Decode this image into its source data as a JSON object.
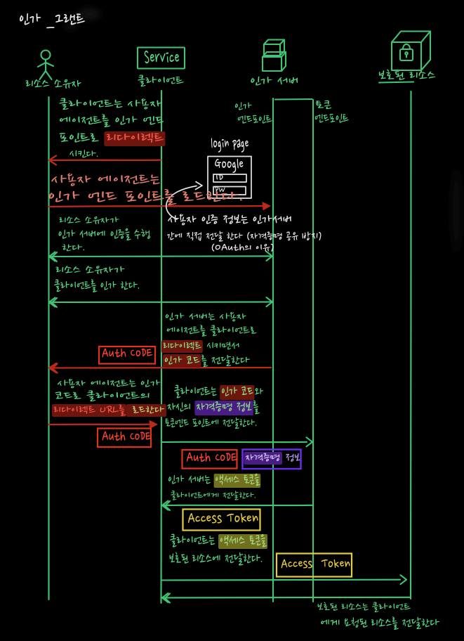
{
  "title": "인가 _그랜트",
  "colors": {
    "background": "#000000",
    "green": "#3fc474",
    "green_text": "#57d484",
    "red": "#bb2a1b",
    "red_bright": "#e8392a",
    "salmon": "#e07a6c",
    "highlight_red_bg": "#6e150d",
    "purple": "#6d2df0",
    "yellow": "#e7cb3f",
    "olive_bg": "#70701f",
    "white": "#ececec"
  },
  "actors": {
    "resource_owner": {
      "label": "리소스 소유자",
      "icon": "stick-figure"
    },
    "client": {
      "label": "클라이언트",
      "box_text": "Service"
    },
    "auth_server": {
      "label": "인가 서버",
      "icon": "server-boxes"
    },
    "protected_resource": {
      "label": "보호된 리소스",
      "icon": "locked-box"
    }
  },
  "endpoints": {
    "auth": {
      "l1": "인가",
      "l2": "엔드포인트"
    },
    "token": {
      "l1": "토큰",
      "l2": "엔드포인트"
    }
  },
  "login_sketch": {
    "caption": "login page",
    "brand": "Google",
    "id": "ID",
    "pw": "PW"
  },
  "badges": {
    "auth_code": "Auth CoDE",
    "credential_hl": "자격증명",
    "credential_post": " 정보",
    "access_token": "Access Token"
  },
  "messages": {
    "m1": {
      "l1": "클라이언트는 사용자",
      "l2": "에이전트를 인가 엔드",
      "l3_pre": "포인트로 ",
      "l3_hl": "리다이렉트",
      "l4": "시킨다."
    },
    "m2": {
      "l1": "사용자 에이전트는",
      "l2": "인가 엔드 포인트를 로드한다."
    },
    "m3": {
      "l1": "사용자 인증 정보는 인가서버",
      "l2": "간에 직접 전달 한다 (자격증명 공유 방지)",
      "l3": "(OAuth의 이유)"
    },
    "m4": {
      "l1": "리소스 소유자가",
      "l2": "인가 서버에 인증을 수행",
      "l3": "한다."
    },
    "m5": {
      "l1": "리소스 소유자가",
      "l2": "클라이언트를 인가 한다."
    },
    "m6": {
      "l1": "인가 서버는 사용자",
      "l2": "에이전트를 클라이언트로",
      "l3_hl": "리다이렉트",
      "l3_post": " 시키면서",
      "l4_hl": "인가 코드",
      "l4_post": "를 전달한다"
    },
    "m7": {
      "l1": "사용자 에이전트는 인가",
      "l2": "코드로 클라이언트의",
      "l3_hl1": "리다이렉트 URL를",
      "l3_hl2": " 로드한다"
    },
    "m8": {
      "l1_pre": "클라이언트는 ",
      "l1_hl": "인가 코드",
      "l1_post": "와",
      "l2_pre": "자신의 ",
      "l2_hl": "자격증명 정보",
      "l2_post": "를",
      "l3": "토큰엔드 포인트에 전달한다."
    },
    "m9": {
      "l1_pre": "인가 서버는 ",
      "l1_hl": "액세스 토큰을",
      "l2": "클라이언트에게 전달한다."
    },
    "m10": {
      "l1_pre": "클라이언트는 ",
      "l1_hl": "액세스 토큰을",
      "l2": "보호된 리소스에 전달한다."
    },
    "m11": {
      "l1": "보호된 리소스는 클라이언트",
      "l2": "에게 요청된 리소스를 전달한다"
    }
  }
}
